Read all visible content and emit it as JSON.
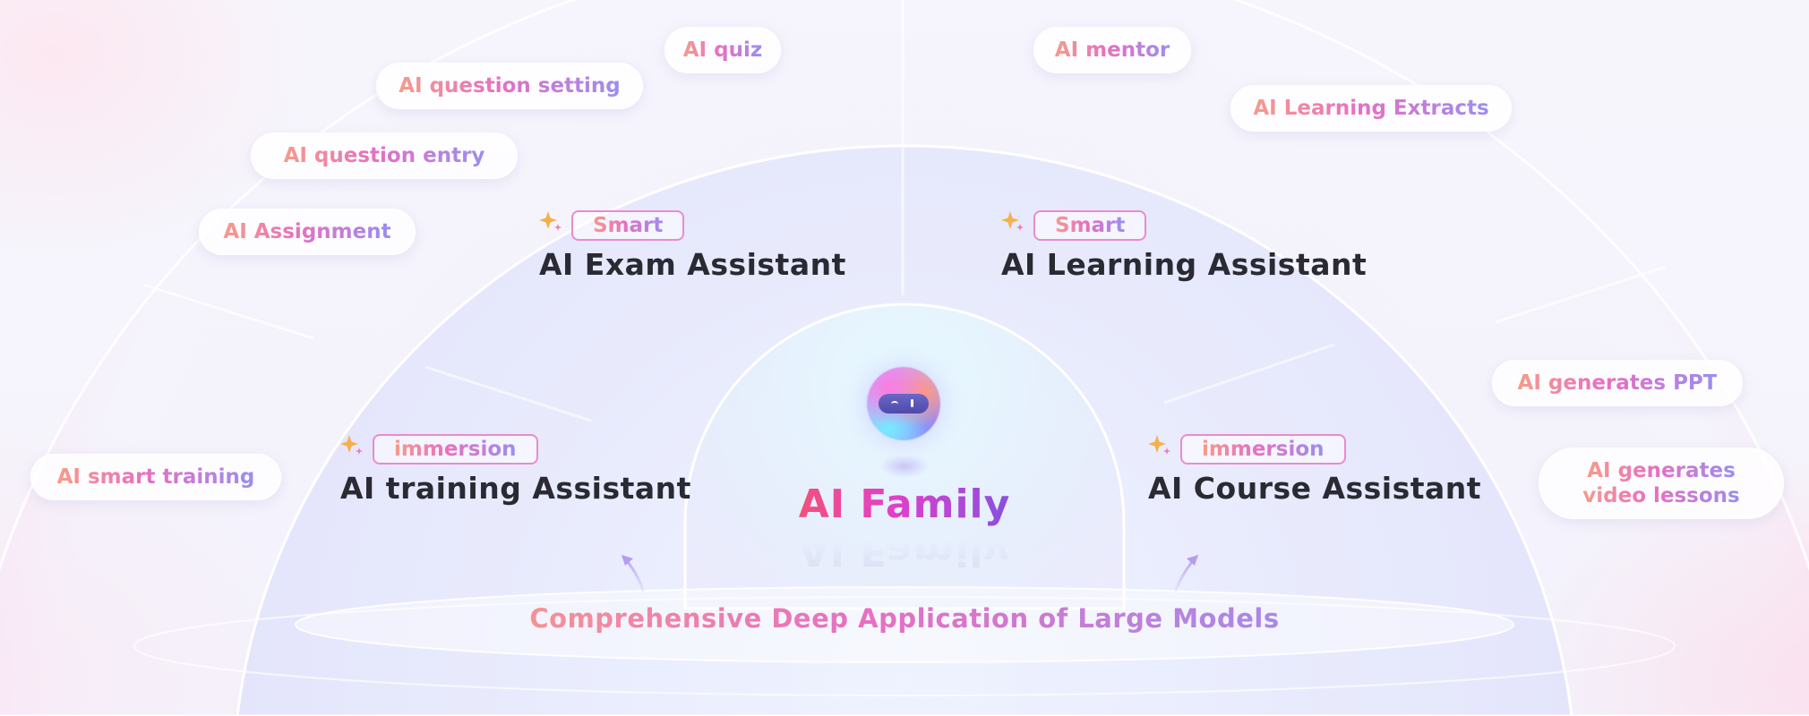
{
  "center": {
    "title": "AI Family",
    "caption": "Comprehensive Deep Application of Large Models"
  },
  "assistants": [
    {
      "badge": "Smart",
      "title": "AI Exam Assistant"
    },
    {
      "badge": "Smart",
      "title": "AI Learning Assistant"
    },
    {
      "badge": "immersion",
      "title": "AI training Assistant"
    },
    {
      "badge": "immersion",
      "title": "AI Course Assistant"
    }
  ],
  "features": {
    "quiz": "AI quiz",
    "question_setting": "AI question setting",
    "question_entry": "AI question entry",
    "assignment": "AI Assignment",
    "smart_training": "AI smart training",
    "mentor": "AI mentor",
    "learning_extracts": "AI Learning Extracts",
    "generates_ppt": "AI generates PPT",
    "video_lessons_line1": "AI generates",
    "video_lessons_line2": "video lessons"
  },
  "icons": {
    "badge_icon": "sparkle-icon",
    "mascot": "ai-robot-mascot-icon",
    "arrows": "arrow-up-icon"
  },
  "colors": {
    "gradient_start": "#f79b8a",
    "gradient_mid": "#e86fc2",
    "gradient_end": "#9a8ef0",
    "title_gradient_start": "#f7585a",
    "title_gradient_end": "#6b55e8",
    "title_text": "#2a2a33"
  }
}
